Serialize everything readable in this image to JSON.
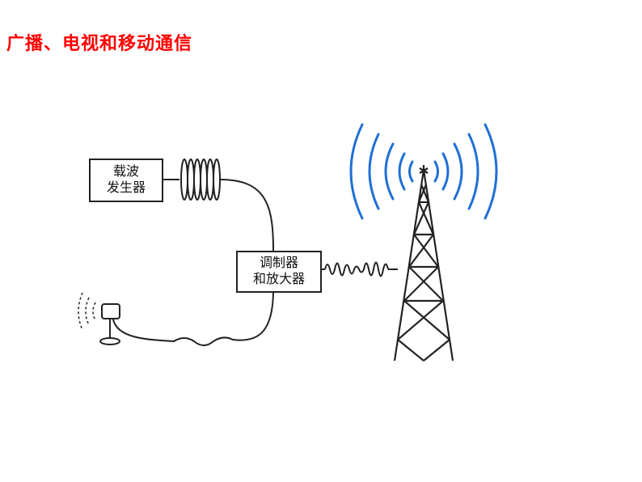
{
  "title": "广播、电视和移动通信",
  "blocks": {
    "carrier_generator": [
      "载波",
      "发生器"
    ],
    "modulator_amplifier": [
      "调制器",
      "和放大器"
    ]
  },
  "colors": {
    "title": "#ff0000",
    "radio_waves": "#1f6fd6",
    "lines": "#222222"
  },
  "icons": [
    "microphone-icon",
    "sound-wave-icon",
    "transmission-tower-icon",
    "radio-wave-icon"
  ]
}
